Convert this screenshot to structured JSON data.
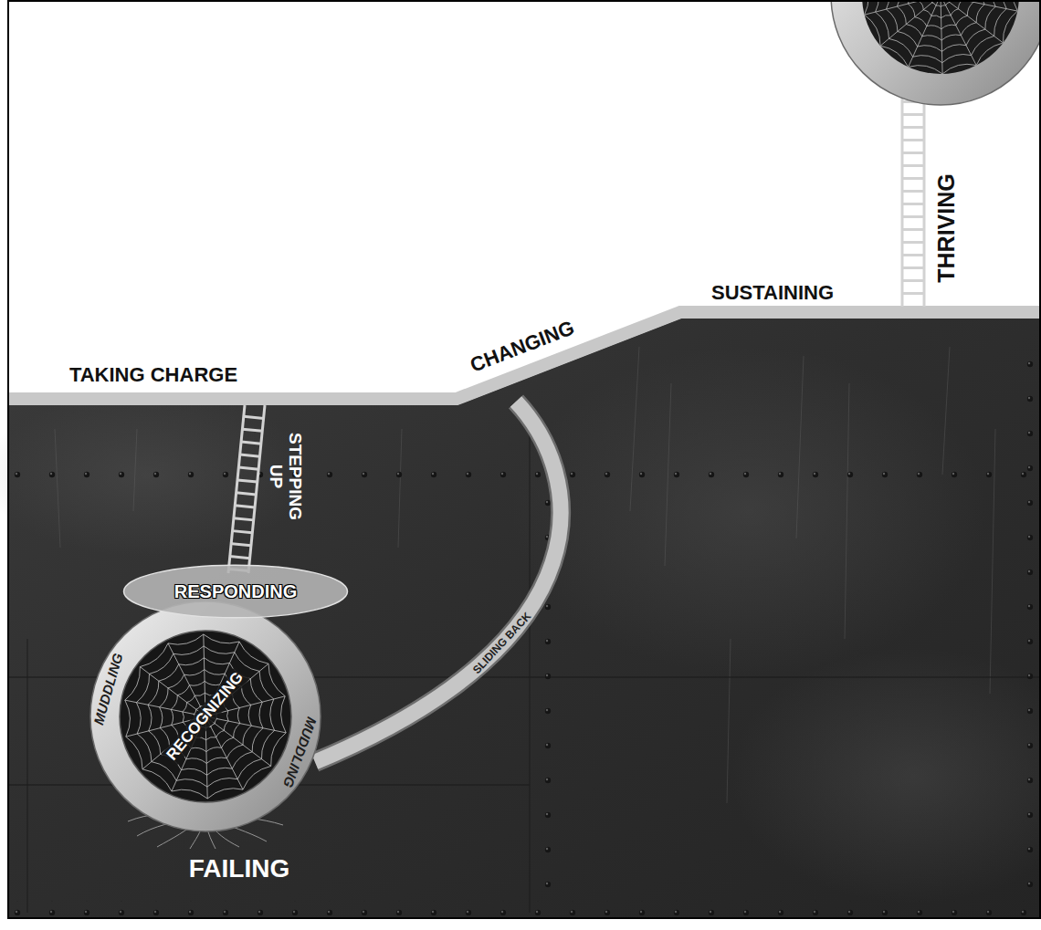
{
  "diagram": {
    "nodes": [
      {
        "text": [
          "RESPONDING"
        ]
      },
      {
        "text": [
          "MUDDLING",
          "MUDDLING"
        ]
      },
      {
        "text": [
          "RECOGNIZING"
        ],
        "in": 1
      }
    ],
    "labels": [
      "TAKING CHARGE",
      "STEPPING UP",
      "CHANGING",
      "SLIDING BACK",
      "SUSTAINING",
      "THRIVING",
      "FAILING"
    ]
  }
}
